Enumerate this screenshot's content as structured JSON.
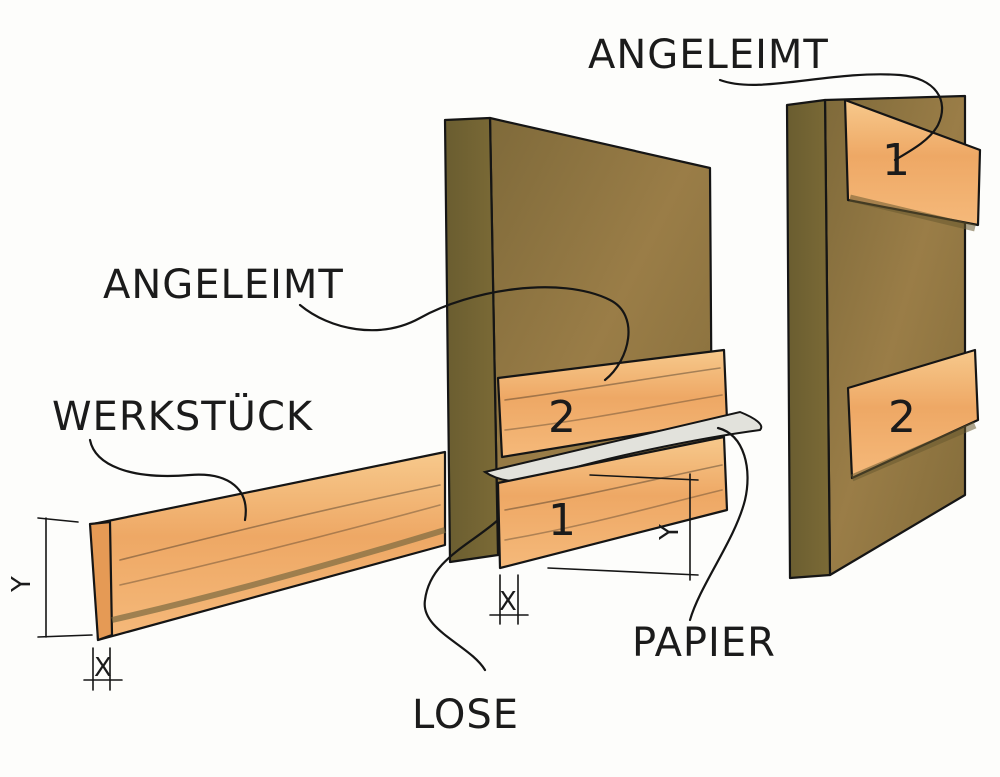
{
  "labels": {
    "angeleimt_top": "ANGELEIMT",
    "angeleimt_mid": "ANGELEIMT",
    "werkstueck": "WERKSTÜCK",
    "papier": "PAPIER",
    "lose": "LOSE"
  },
  "strips": {
    "middle_upper": "2",
    "middle_lower": "1",
    "right_upper": "1",
    "right_lower": "2"
  },
  "dimensions": {
    "height_left": "Y",
    "width_left": "X",
    "height_middle": "Y",
    "width_middle": "X"
  },
  "colors": {
    "board_face": "#8c7440",
    "board_edge": "#6f6233",
    "wood_light": "#f6c07e",
    "wood_mid": "#e9a25f",
    "wood_dark": "#c9833f",
    "paper": "#d8d8d0",
    "ink": "#151515"
  }
}
